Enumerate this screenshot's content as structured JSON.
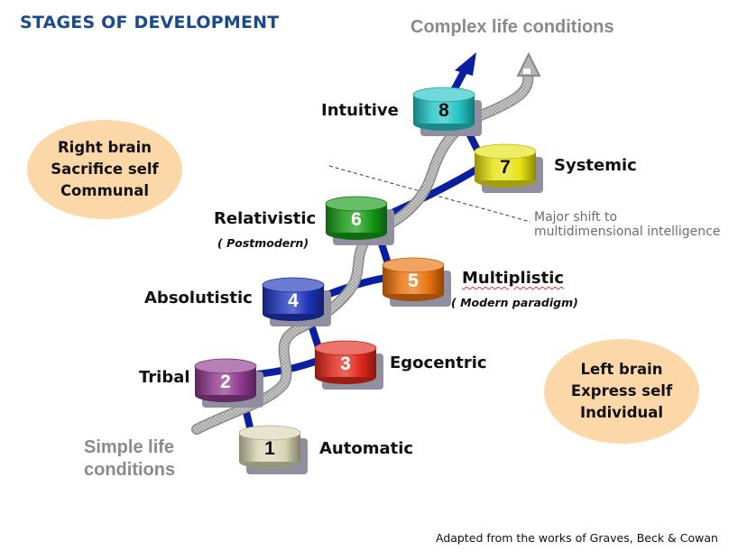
{
  "title": "STAGES OF DEVELOPMENT",
  "axis": {
    "top_label": "Complex life conditions",
    "bottom_label_line1": "Simple life",
    "bottom_label_line2": "conditions"
  },
  "ovals": {
    "right_brain": [
      "Right brain",
      "Sacrifice self",
      "Communal"
    ],
    "left_brain": [
      "Left brain",
      "Express self",
      "Individual"
    ]
  },
  "shift_note": {
    "line1": "Major shift to",
    "line2": "multidimensional intelligence"
  },
  "stages": [
    {
      "number": "1",
      "name": "Automatic",
      "subtitle": "",
      "color": "#d8d6b4",
      "text_color": "#111111"
    },
    {
      "number": "2",
      "name": "Tribal",
      "subtitle": "",
      "color": "#8e3a8e",
      "text_color": "#ffffff"
    },
    {
      "number": "3",
      "name": "Egocentric",
      "subtitle": "",
      "color": "#e0281c",
      "text_color": "#ffffff"
    },
    {
      "number": "4",
      "name": "Absolutistic",
      "subtitle": "",
      "color": "#1c34b8",
      "text_color": "#ffffff"
    },
    {
      "number": "5",
      "name": "Multiplistic",
      "subtitle": "( Modern paradigm)",
      "color": "#e9730e",
      "text_color": "#ffffff"
    },
    {
      "number": "6",
      "name": "Relativistic",
      "subtitle": "( Postmodern)",
      "color": "#179a17",
      "text_color": "#ffffff"
    },
    {
      "number": "7",
      "name": "Systemic",
      "subtitle": "",
      "color": "#e7e212",
      "text_color": "#111111"
    },
    {
      "number": "8",
      "name": "Intuitive",
      "subtitle": "",
      "color": "#24c4c4",
      "text_color": "#111111"
    }
  ],
  "colors": {
    "title": "#1a4a8c",
    "spiral_blue": "#0a1fa0",
    "spiral_grey": "#9a9a9a",
    "oval_fill": "#fcd7a8"
  },
  "credit": "Adapted from the works of Graves, Beck & Cowan"
}
